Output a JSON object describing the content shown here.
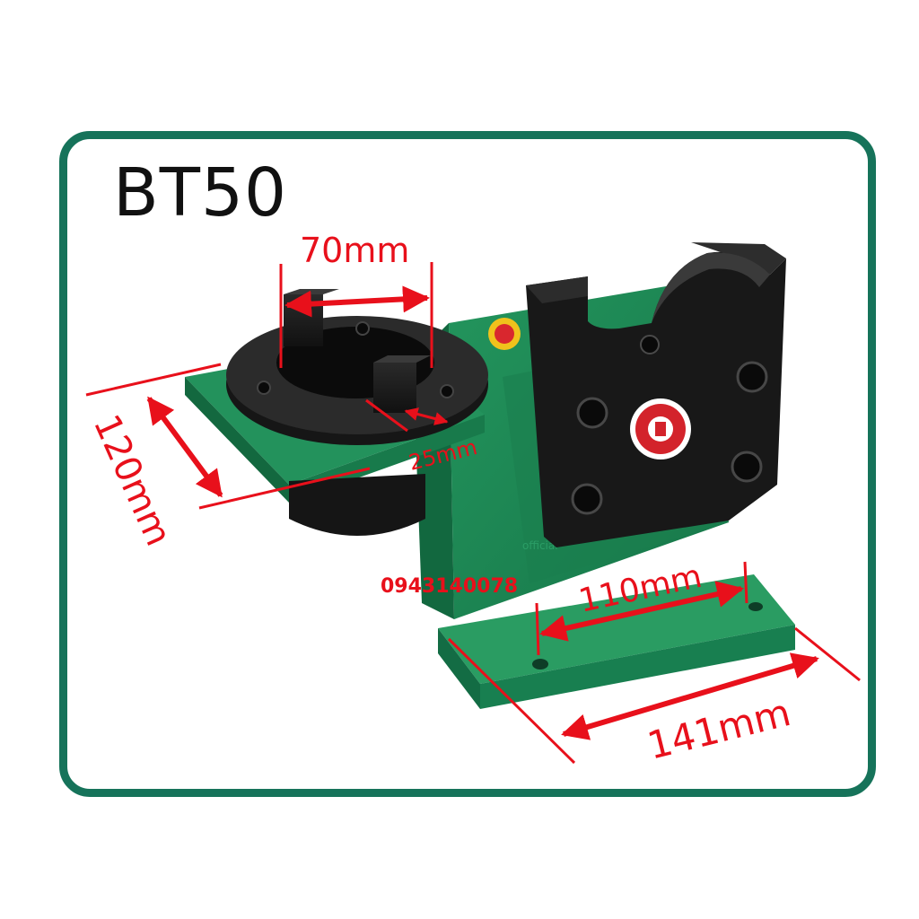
{
  "title": "BT50",
  "phone": "0943140078",
  "watermark": "official",
  "dimensions": {
    "top_width": "70mm",
    "slot_width": "25mm",
    "plate_depth": "120mm",
    "hole_spacing": "110mm",
    "base_length": "141mm"
  },
  "colors": {
    "frame": "#16735a",
    "body_green": "#1e8a57",
    "dimension_red": "#e8101b",
    "clamp_black": "#1b1b1b"
  }
}
